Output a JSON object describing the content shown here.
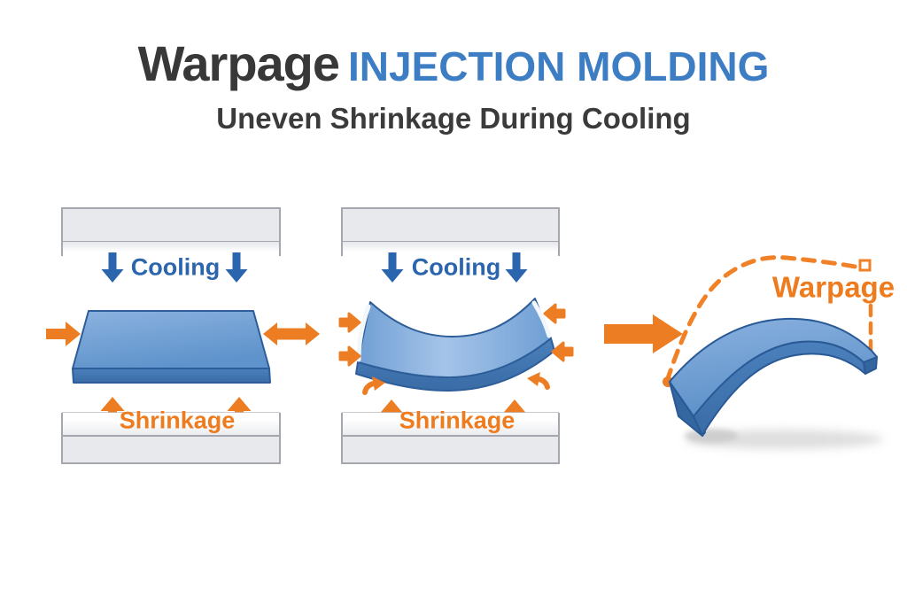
{
  "header": {
    "title_black": "Warpage",
    "title_blue": "INJECTION MOLDING",
    "subtitle": "Uneven Shrinkage During Cooling"
  },
  "panels": [
    {
      "id": "mold-even-shrinkage",
      "cooling_label": "Cooling",
      "shrinkage_label": "Shrinkage"
    },
    {
      "id": "mold-uneven-shrinkage",
      "cooling_label": "Cooling",
      "shrinkage_label": "Shrinkage"
    },
    {
      "id": "warped-result",
      "warpage_label": "Warpage"
    }
  ],
  "icons": {
    "cooling_arrows": "blue-down-block-arrow",
    "shrinkage_arrows": "orange-up-block-arrow",
    "side_pressure": "orange-right-block-arrow",
    "expansion": "orange-double-horizontal-arrow",
    "inward_shrink": "small-orange-inward-arrows",
    "process_flow": "large-orange-right-arrow",
    "original_shape": "orange-dashed-outline"
  },
  "colors": {
    "title_dark": "#383838",
    "title_blue": "#3c7dc4",
    "cooling_blue": "#2b65ad",
    "orange": "#ed7d23",
    "part_top_blue": "#7fa9da",
    "part_front_blue": "#3e71ad",
    "part_outline": "#2e5e99",
    "mold_plate_gray": "#e8e9ec",
    "mold_plate_border": "#a5a6ae"
  }
}
